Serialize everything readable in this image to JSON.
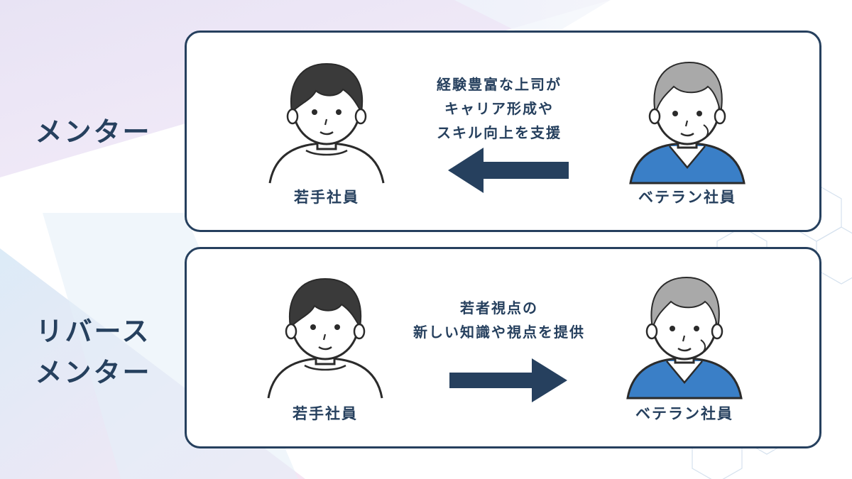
{
  "rows": [
    {
      "label": "メンター",
      "left_person": "若手社員",
      "right_person": "ベテラン社員",
      "description_lines": [
        "経験豊富な上司が",
        "キャリア形成や",
        "スキル向上を支援"
      ],
      "arrow_direction": "left"
    },
    {
      "label_lines": [
        "リバース",
        "メンター"
      ],
      "left_person": "若手社員",
      "right_person": "ベテラン社員",
      "description_lines": [
        "若者視点の",
        "新しい知識や視点を提供"
      ],
      "arrow_direction": "right"
    }
  ],
  "colors": {
    "navy": "#26405e",
    "shirt_blue": "#3a7fc7",
    "young_hair": "#3a3a3a",
    "senior_hair": "#a9a9a9",
    "outline": "#2b2b2b"
  }
}
